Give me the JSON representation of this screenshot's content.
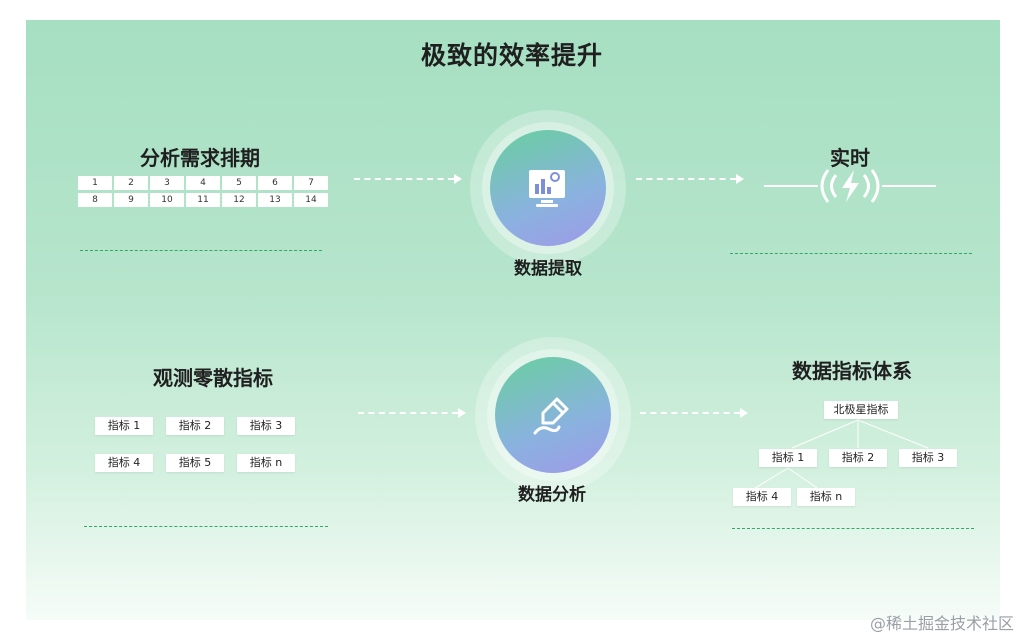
{
  "title": "极致的效率提升",
  "sections": {
    "schedule": {
      "title": "分析需求排期",
      "calendar": [
        "1",
        "2",
        "3",
        "4",
        "5",
        "6",
        "7",
        "8",
        "9",
        "10",
        "11",
        "12",
        "13",
        "14"
      ]
    },
    "realtime": {
      "title": "实时"
    },
    "extract": {
      "label": "数据提取"
    },
    "observe": {
      "title": "观测零散指标",
      "tags": [
        "指标 1",
        "指标 2",
        "指标 3",
        "指标 4",
        "指标 5",
        "指标 n"
      ]
    },
    "analysis": {
      "label": "数据分析"
    },
    "metric_system": {
      "title": "数据指标体系",
      "root": "北极星指标",
      "level1": [
        "指标 1",
        "指标 2",
        "指标 3"
      ],
      "level2": [
        "指标 4",
        "指标 n"
      ]
    }
  },
  "watermark": "@稀土掘金技术社区",
  "icons": {
    "extract": "monitor-chart-search-icon",
    "analysis": "pen-path-icon",
    "realtime": "lightning-signal-icon"
  },
  "colors": {
    "accent_green": "#2fa86a",
    "circle_gradient_start": "#68cf9e",
    "circle_gradient_end": "#9f99e8"
  }
}
